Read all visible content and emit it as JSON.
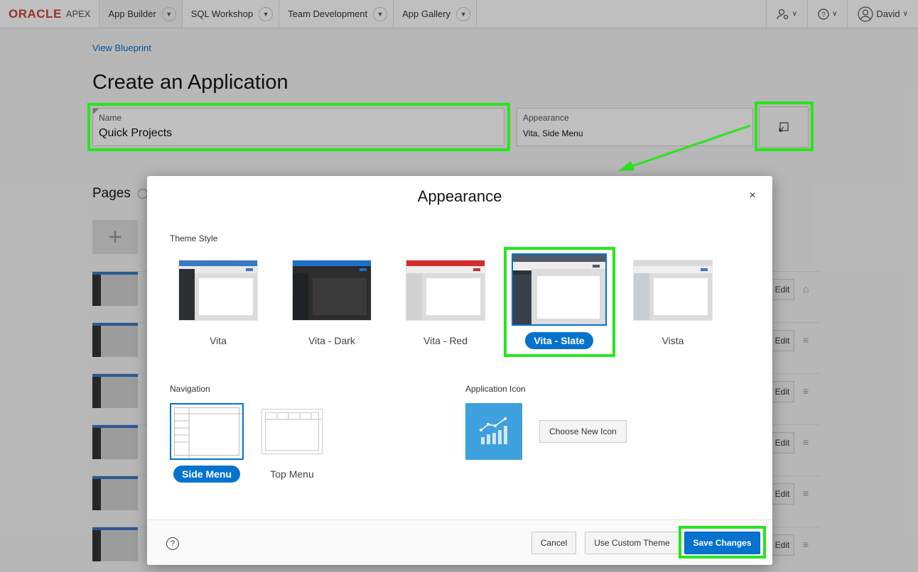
{
  "topnav": {
    "logo_oracle": "ORACLE",
    "logo_apex": "APEX",
    "tabs": [
      {
        "label": "App Builder"
      },
      {
        "label": "SQL Workshop"
      },
      {
        "label": "Team Development"
      },
      {
        "label": "App Gallery"
      }
    ],
    "user": "David"
  },
  "page": {
    "blueprint_link": "View Blueprint",
    "title": "Create an Application",
    "name_label": "Name",
    "name_value": "Quick Projects",
    "appearance_label": "Appearance",
    "appearance_value": "Vita, Side Menu",
    "pages_heading": "Pages",
    "edit_label": "Edit"
  },
  "dialog": {
    "title": "Appearance",
    "close_glyph": "×",
    "theme_style_label": "Theme Style",
    "themes": [
      {
        "label": "Vita"
      },
      {
        "label": "Vita - Dark"
      },
      {
        "label": "Vita - Red"
      },
      {
        "label": "Vita - Slate"
      },
      {
        "label": "Vista"
      }
    ],
    "selected_theme": "Vita - Slate",
    "navigation_label": "Navigation",
    "navigation": [
      {
        "label": "Side Menu"
      },
      {
        "label": "Top Menu"
      }
    ],
    "selected_navigation": "Side Menu",
    "app_icon_label": "Application Icon",
    "choose_icon": "Choose New Icon",
    "help_glyph": "?",
    "cancel": "Cancel",
    "custom_theme": "Use Custom Theme",
    "save": "Save Changes"
  },
  "colors": {
    "primary": "#0572ce",
    "highlight": "#27e51d",
    "oracle_red": "#c74634"
  }
}
